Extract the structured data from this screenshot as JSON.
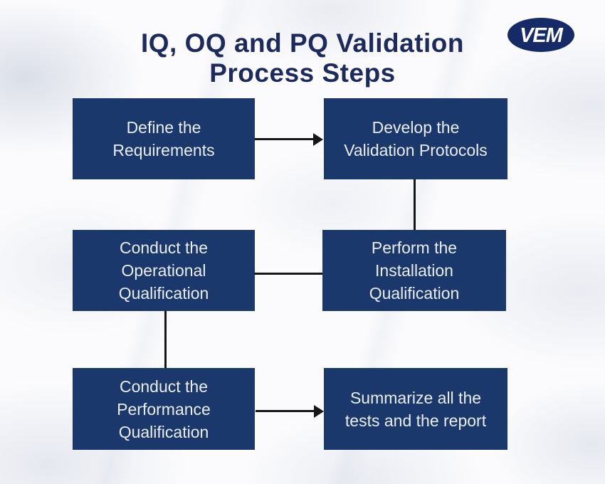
{
  "title": {
    "line1": "IQ, OQ and PQ Validation",
    "line2": "Process Steps"
  },
  "logo": {
    "text": "VEM"
  },
  "colors": {
    "box_fill": "#1a386b",
    "box_text": "#e9eef6",
    "title_text": "#1d2a5e",
    "connector": "#161616",
    "logo_fill": "#152a66",
    "logo_text": "#ffffff"
  },
  "steps": [
    {
      "label": "Define the Requirements"
    },
    {
      "label": "Develop the Validation Protocols"
    },
    {
      "label": "Conduct the Operational Qualification"
    },
    {
      "label": "Perform the Installation Qualification"
    },
    {
      "label": "Conduct the Performance Qualification"
    },
    {
      "label": "Summarize all the tests and the report"
    }
  ],
  "connections": [
    {
      "from": "Define the Requirements",
      "to": "Develop the Validation Protocols",
      "style": "arrow-right"
    },
    {
      "from": "Develop the Validation Protocols",
      "to": "Perform the Installation Qualification",
      "style": "line-down"
    },
    {
      "from": "Perform the Installation Qualification",
      "to": "Conduct the Operational Qualification",
      "style": "line-left"
    },
    {
      "from": "Conduct the Operational Qualification",
      "to": "Conduct the Performance Qualification",
      "style": "line-down"
    },
    {
      "from": "Conduct the Performance Qualification",
      "to": "Summarize all the tests and the report",
      "style": "arrow-right"
    }
  ]
}
